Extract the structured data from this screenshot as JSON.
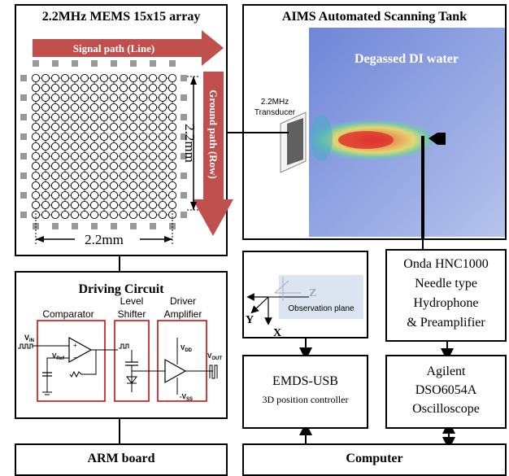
{
  "mems": {
    "title": "2.2MHz MEMS 15x15 array",
    "signal_label": "Signal path (Line)",
    "ground_label": "Ground path (Row)",
    "dim_vertical": "2.2mm",
    "dim_horizontal": "2.2mm",
    "grid_size": 15
  },
  "tank": {
    "title": "AIMS Automated Scanning Tank",
    "water_label": "Degassed DI water",
    "transducer_label_line1": "2.2MHz",
    "transducer_label_line2": "Transducer"
  },
  "driving": {
    "title": "Driving Circuit",
    "comparator": "Comparator",
    "level_shifter_line1": "Level",
    "level_shifter_line2": "Shifter",
    "driver_line1": "Driver",
    "driver_line2": "Amplifier",
    "vin": "V",
    "vin_sub": "IN",
    "vref": "V",
    "vref_sub": "Ref",
    "vdd": "V",
    "vdd_sub": "DD",
    "vss": "-V",
    "vss_sub": "SS",
    "vout": "V",
    "vout_sub": "OUT"
  },
  "observation": {
    "axis_z": "Z",
    "axis_y": "Y",
    "axis_x": "X",
    "plane_label": "Observation plane"
  },
  "hydrophone": {
    "line1": "Onda HNC1000",
    "line2": "Needle type",
    "line3": "Hydrophone",
    "line4": "& Preamplifier"
  },
  "emds": {
    "line1": "EMDS-USB",
    "line2": "3D position controller"
  },
  "oscilloscope": {
    "line1": "Agilent",
    "line2": "DSO6054A",
    "line3": "Oscilloscope"
  },
  "arm": {
    "title": "ARM board"
  },
  "computer": {
    "title": "Computer"
  },
  "colors": {
    "arrow_red": "#c0504d",
    "water_blue": "#8fa8e0",
    "plane_blue": "#dbe5f1",
    "circuit_red": "#c00000"
  }
}
